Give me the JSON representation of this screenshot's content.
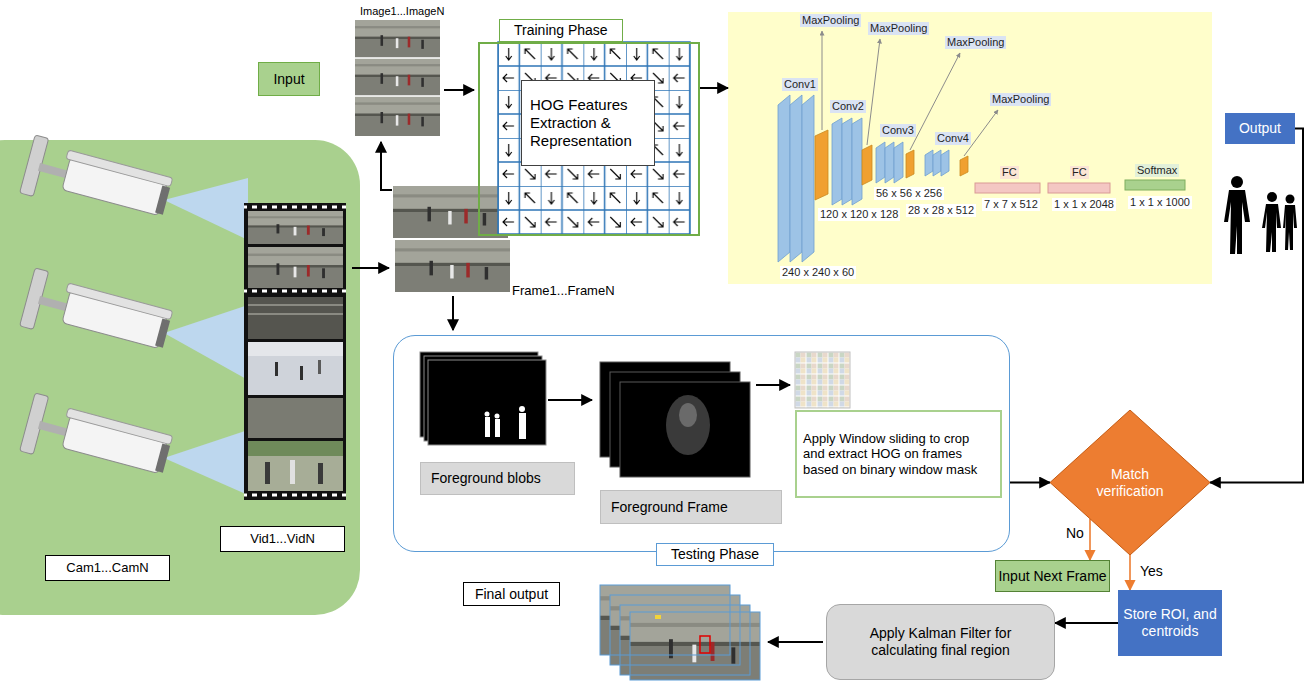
{
  "diagram": {
    "nodes": [
      {
        "text": [
          "Input"
        ]
      },
      {
        "text": [
          "Training Phase"
        ]
      },
      {
        "text": [
          "HOG Features Extraction & Representation"
        ],
        "in": 1
      },
      {
        "text": [
          "MaxPooling",
          "MaxPooling",
          "MaxPooling",
          "Conv1",
          "MaxPooling",
          "Conv2",
          "Conv3",
          "Conv4",
          "FC",
          "FC",
          "Softmax",
          "120 x 120 x 128",
          "56 x 56 x 256",
          "28 x 28 x 512",
          "7 x 7 x 512",
          "1 x 1 x 2048",
          "1 x 1 x 1000",
          "240 x 240 x 60"
        ]
      },
      {
        "text": [
          "Output"
        ]
      },
      {
        "text": [
          "Cam1...CamN"
        ]
      },
      {
        "text": [
          "Vid1...VidN"
        ]
      },
      {
        "text": [
          "Testing Phase"
        ]
      },
      {
        "text": [
          "Foreground blobs"
        ],
        "in": 7
      },
      {
        "text": [
          "Foreground Frame"
        ],
        "in": 7
      },
      {
        "text": [
          "Apply Window sliding to crop and extract HOG on frames based on binary window mask"
        ],
        "in": 7
      },
      {
        "text": [
          "Match verification"
        ]
      },
      {
        "text": [
          "Input Next Frame"
        ]
      },
      {
        "text": [
          "Store ROI, and centroids"
        ]
      },
      {
        "text": [
          "Apply Kalman Filter for calculating final region"
        ]
      },
      {
        "text": [
          "Final output"
        ]
      }
    ],
    "edges": [
      {
        "from": 1,
        "to": 3,
        "arrow": "to"
      },
      {
        "from": 4,
        "to": 11,
        "arrow": "to"
      },
      {
        "from": 7,
        "to": 11,
        "arrow": "to"
      },
      {
        "from": 11,
        "to": 12,
        "label": "No",
        "arrow": "to"
      },
      {
        "from": 11,
        "to": 13,
        "label": "Yes",
        "arrow": "to"
      },
      {
        "from": 13,
        "to": 14,
        "arrow": "to"
      }
    ],
    "labels": [
      "Image1...ImageN",
      "Frame1...FrameN"
    ]
  }
}
